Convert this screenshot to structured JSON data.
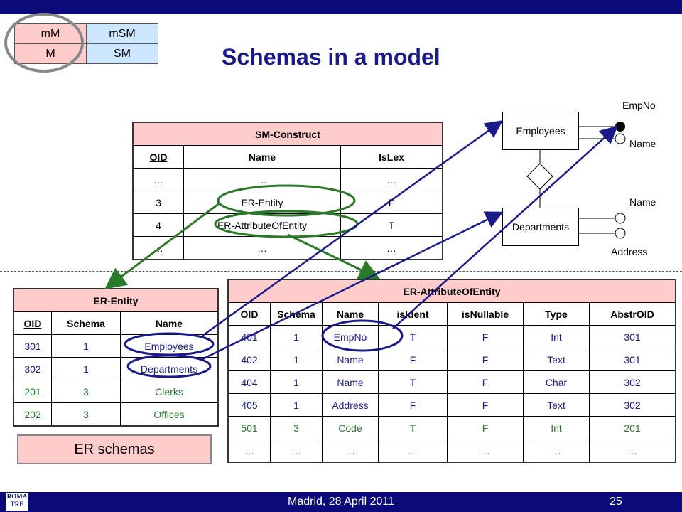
{
  "title": "Schemas in a model",
  "legend": {
    "mM": "mM",
    "mSM": "mSM",
    "M": "M",
    "SM": "SM"
  },
  "sm_construct": {
    "title": "SM-Construct",
    "headers": [
      "OID",
      "Name",
      "IsLex"
    ],
    "rows": [
      [
        "…",
        "…",
        "…"
      ],
      [
        "3",
        "ER-Entity",
        "F"
      ],
      [
        "4",
        "ER-AttributeOfEntity",
        "T"
      ],
      [
        "…",
        "…",
        "…"
      ]
    ]
  },
  "er_entity": {
    "title": "ER-Entity",
    "headers": [
      "OID",
      "Schema",
      "Name"
    ],
    "rows": [
      [
        "301",
        "1",
        "Employees"
      ],
      [
        "302",
        "1",
        "Departments"
      ],
      [
        "201",
        "3",
        "Clerks"
      ],
      [
        "202",
        "3",
        "Offices"
      ]
    ]
  },
  "er_attr": {
    "title": "ER-AttributeOfEntity",
    "headers": [
      "OID",
      "Schema",
      "Name",
      "isIdent",
      "isNullable",
      "Type",
      "AbstrOID"
    ],
    "rows": [
      [
        "401",
        "1",
        "EmpNo",
        "T",
        "F",
        "Int",
        "301"
      ],
      [
        "402",
        "1",
        "Name",
        "F",
        "F",
        "Text",
        "301"
      ],
      [
        "404",
        "1",
        "Name",
        "T",
        "F",
        "Char",
        "302"
      ],
      [
        "405",
        "1",
        "Address",
        "F",
        "F",
        "Text",
        "302"
      ],
      [
        "501",
        "3",
        "Code",
        "T",
        "F",
        "Int",
        "201"
      ],
      [
        "…",
        "…",
        "…",
        "…",
        "…",
        "…",
        "…"
      ]
    ]
  },
  "er_schemas_label": "ER schemas",
  "diagram": {
    "employees": "Employees",
    "departments": "Departments",
    "attr_empno": "EmpNo",
    "attr_name1": "Name",
    "attr_name2": "Name",
    "attr_address": "Address"
  },
  "footer": {
    "text": "Madrid, 28 April 2011",
    "page": "25",
    "logo": "ROMA TRE"
  },
  "colors": {
    "accent": "#1a1a8c",
    "header_pink": "#ffcccc",
    "sm_blue": "#cce6ff",
    "green": "#2a7a2a"
  }
}
